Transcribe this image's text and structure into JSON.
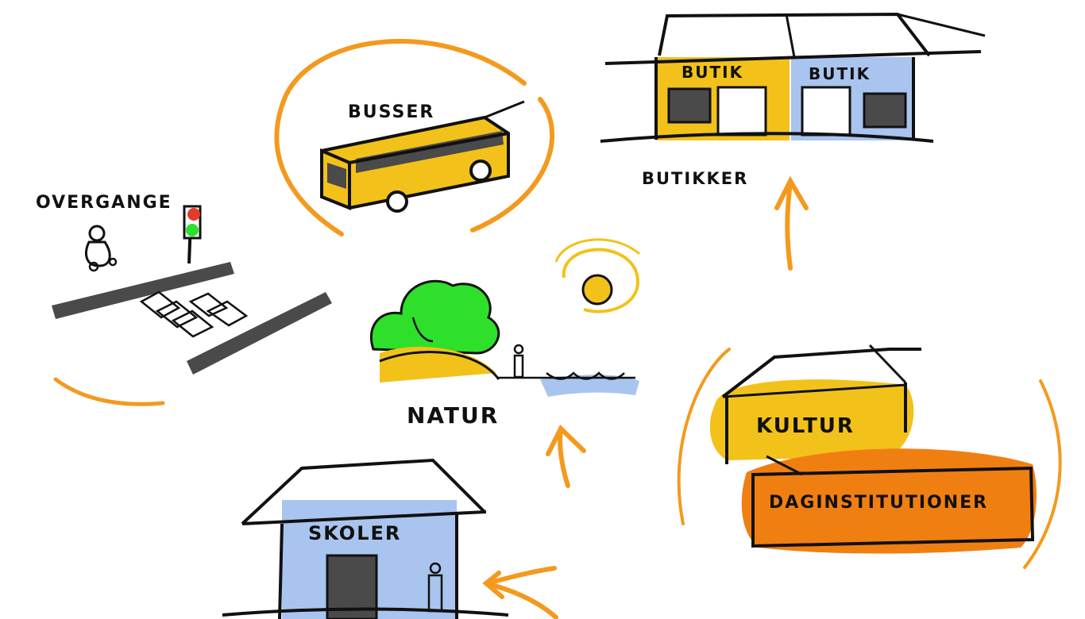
{
  "labels": {
    "busser": "BUSSER",
    "butik_left": "BUTIK",
    "butik_right": "BUTIK",
    "butikker": "BUTIKKER",
    "overgange": "OVERGANGE",
    "natur": "NATUR",
    "kultur": "KULTUR",
    "daginstitutioner": "DAGINSTITUTIONER",
    "skoler": "SKOLER"
  },
  "colors": {
    "accent_orange": "#f39a1e",
    "yellow": "#f2c21b",
    "blue": "#a9c4ee",
    "green": "#2ee02a",
    "grey": "#4a4a4a",
    "red": "#e23b2b"
  },
  "icons": [
    "bus-icon",
    "shop-building-icon",
    "crosswalk-icon",
    "traffic-light-icon",
    "pedestrian-icon",
    "tree-icon",
    "sun-icon",
    "water-icon",
    "culture-building-icon",
    "school-building-icon",
    "arrow-icon"
  ]
}
